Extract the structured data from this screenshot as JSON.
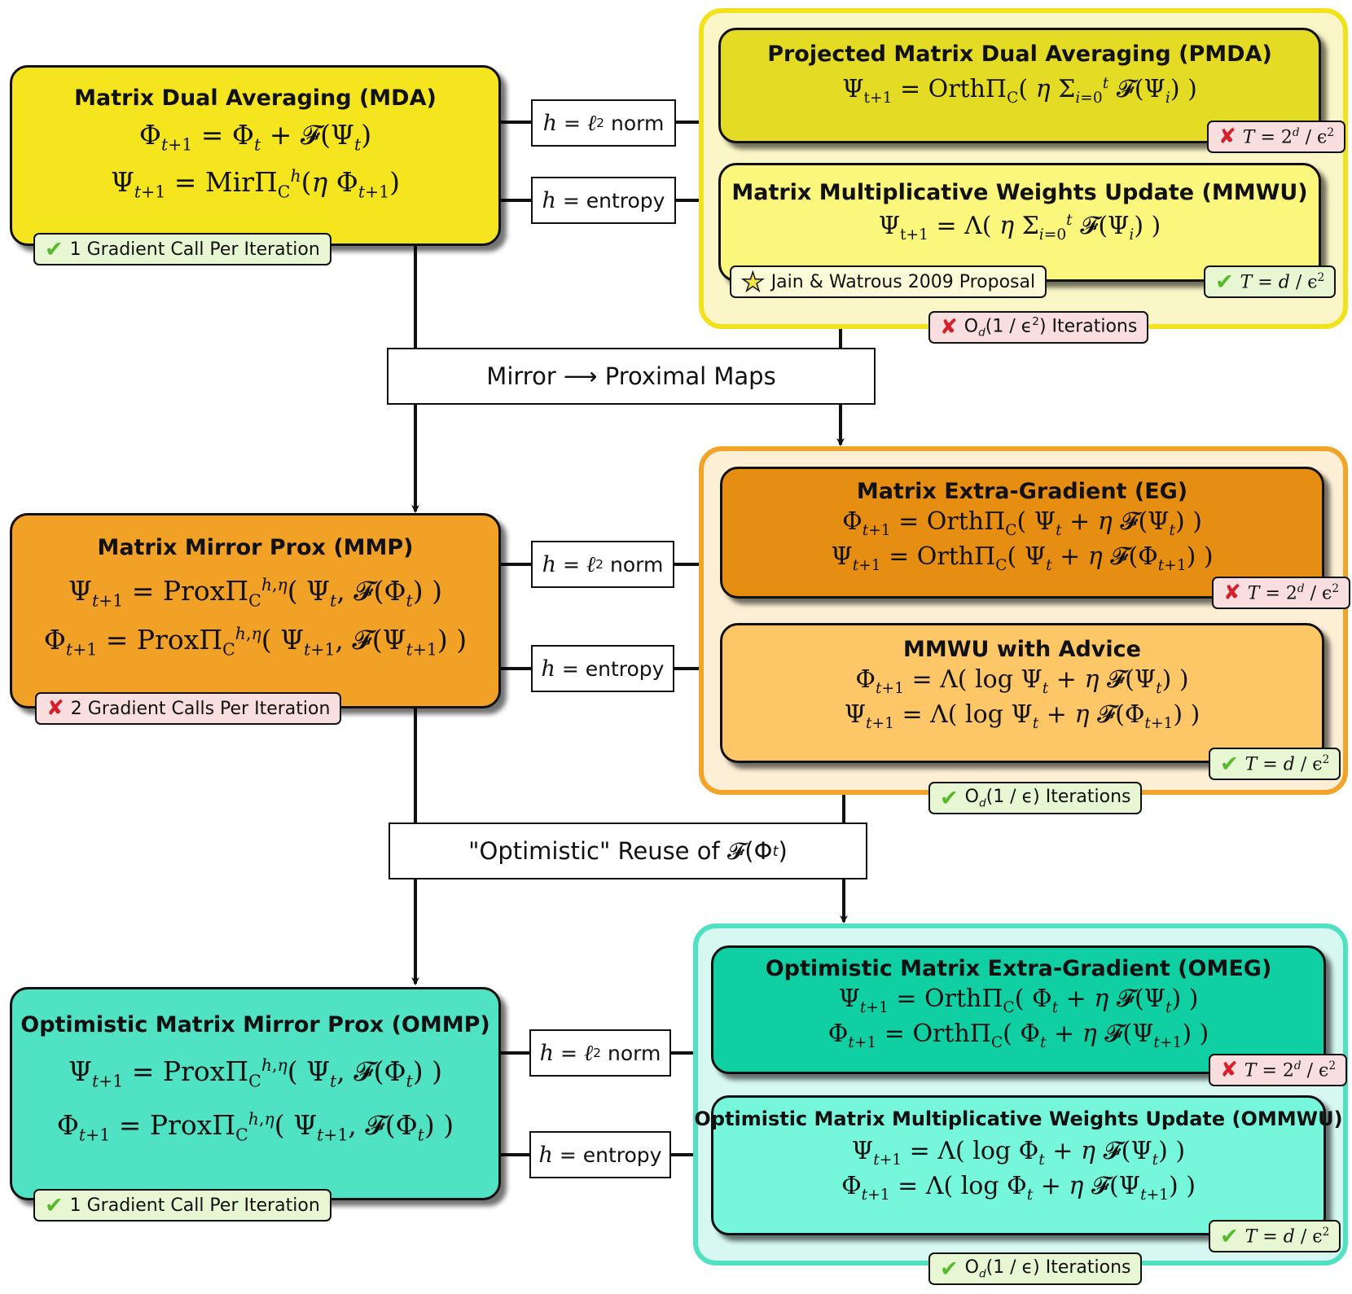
{
  "mda": {
    "title": "Matrix Dual Averaging (MDA)",
    "eq1": "Φ<sub><i>t</i>+1</sub> = Φ<sub><i>t</i></sub> + 𝓕(Ψ<sub><i>t</i></sub>)",
    "eq2": "Ψ<sub><i>t</i>+1</sub> = MirΠ<sub>C</sub><sup><i>h</i></sup>(<i>η</i> Φ<sub><i>t</i>+1</sub>)",
    "badge": "1 Gradient Call Per Iteration"
  },
  "mmp": {
    "title": "Matrix Mirror Prox (MMP)",
    "eq1": "Ψ<sub><i>t</i>+1</sub> = ProxΠ<sub>C</sub><sup><i>h</i>,<i>η</i></sup>( Ψ<sub><i>t</i></sub>, 𝓕(Φ<sub><i>t</i></sub>) )",
    "eq2": "Φ<sub><i>t</i>+1</sub> = ProxΠ<sub>C</sub><sup><i>h</i>,<i>η</i></sup>( Ψ<sub><i>t</i>+1</sub>, 𝓕(Ψ<sub><i>t</i>+1</sub>) )",
    "badge": "2 Gradient Calls Per Iteration"
  },
  "ommp": {
    "title": "Optimistic Matrix Mirror Prox (OMMP)",
    "eq1": "Ψ<sub><i>t</i>+1</sub> = ProxΠ<sub>C</sub><sup><i>h</i>,<i>η</i></sup>( Ψ<sub><i>t</i></sub>, 𝓕(Φ<sub><i>t</i></sub>) )",
    "eq2": "Φ<sub><i>t</i>+1</sub> = ProxΠ<sub>C</sub><sup><i>h</i>,<i>η</i></sup>( Ψ<sub><i>t</i>+1</sub>, 𝓕(Φ<sub><i>t</i></sub>) )",
    "badge": "1 Gradient Call Per Iteration"
  },
  "pmda": {
    "title": "Projected Matrix Dual Averaging (PMDA)",
    "eq1": "Ψ<sub>t+1</sub> = OrthΠ<sub>C</sub>( <i>η</i> Σ<sub><i>i</i>=0</sub><sup><i>t</i></sup> 𝓕(Ψ<sub><i>i</i></sub>) )",
    "badge": "<i>T</i> = 2<sup><i>d</i></sup> / ϵ<sup>2</sup>"
  },
  "mmwu": {
    "title": "Matrix Multiplicative Weights Update (MMWU)",
    "eq1": "Ψ<sub>t+1</sub> = Λ( <i>η</i> Σ<sub><i>i</i>=0</sub><sup><i>t</i></sup> 𝓕(Ψ<sub><i>i</i></sub>) )",
    "badge": "<i>T</i> = <i>d</i> / ϵ<sup>2</sup>",
    "proposal": "Jain &amp; Watrous 2009 Proposal"
  },
  "eg": {
    "title": "Matrix Extra-Gradient (EG)",
    "eq1": "Φ<sub><i>t</i>+1</sub> = OrthΠ<sub>C</sub>( Ψ<sub><i>t</i></sub> + <i>η</i> 𝓕(Ψ<sub><i>t</i></sub>) )",
    "eq2": "Ψ<sub><i>t</i>+1</sub> = OrthΠ<sub>C</sub>( Ψ<sub><i>t</i></sub> + <i>η</i> 𝓕(Φ<sub><i>t</i>+1</sub>) )",
    "badge": "<i>T</i> = 2<sup><i>d</i></sup> / ϵ<sup>2</sup>"
  },
  "mmwua": {
    "title": "MMWU with Advice",
    "eq1": "Φ<sub><i>t</i>+1</sub> = Λ( log Ψ<sub><i>t</i></sub> + <i>η</i> 𝓕(Ψ<sub><i>t</i></sub>) )",
    "eq2": "Ψ<sub><i>t</i>+1</sub> = Λ( log Ψ<sub><i>t</i></sub> + <i>η</i> 𝓕(Φ<sub><i>t</i>+1</sub>) )",
    "badge": "<i>T</i> = <i>d</i> / ϵ<sup>2</sup>"
  },
  "omeg": {
    "title": "Optimistic Matrix Extra-Gradient (OMEG)",
    "eq1": "Ψ<sub><i>t</i>+1</sub> = OrthΠ<sub>C</sub>( Φ<sub><i>t</i></sub> + <i>η</i> 𝓕(Ψ<sub><i>t</i></sub>) )",
    "eq2": "Φ<sub><i>t</i>+1</sub> = OrthΠ<sub>C</sub>( Φ<sub><i>t</i></sub> + <i>η</i> 𝓕(Ψ<sub><i>t</i>+1</sub>) )",
    "badge": "<i>T</i> = 2<sup><i>d</i></sup> / ϵ<sup>2</sup>"
  },
  "ommwu": {
    "title": "Optimistic Matrix Multiplicative Weights Update (OMMWU)",
    "eq1": "Ψ<sub><i>t</i>+1</sub> = Λ( log Φ<sub><i>t</i></sub> + <i>η</i> 𝓕(Ψ<sub><i>t</i></sub>) )",
    "eq2": "Φ<sub><i>t</i>+1</sub> = Λ( log Φ<sub><i>t</i></sub> + <i>η</i> 𝓕(Ψ<sub><i>t</i>+1</sub>) )",
    "badge": "<i>T</i> = <i>d</i> / ϵ<sup>2</sup>"
  },
  "groups": {
    "top_badge": "O<sub><i>d</i></sub>(1 / ϵ<sup>2</sup>) Iterations",
    "mid_badge": "O<sub><i>d</i></sub>(1 / ϵ) Iterations",
    "bot_badge": "O<sub><i>d</i></sub>(1 / ϵ) Iterations"
  },
  "labels": {
    "l2": "<span class=\"h\">h</span>&nbsp;=&nbsp;<span class=\"h\">ℓ</span><sub>2</sub>&nbsp;norm",
    "entropy": "<span class=\"h\">h</span>&nbsp;=&nbsp;entropy"
  },
  "banners": {
    "mirror": "Mirror ⟶ Proximal Maps",
    "optimistic": "\"Optimistic\" Reuse of 𝓕(Φ<sub><i>t</i></sub>)"
  },
  "icons": {
    "check": "✔",
    "cross": "✘",
    "star": "★"
  },
  "colors": {
    "yellow_group_fill": "#fbf6c8",
    "yellow_group_border": "#f2e21e",
    "mda": "#f5e51e",
    "pmda": "#e4dc24",
    "mmwu": "#fbf67c",
    "orange_group_fill": "#fdefd6",
    "orange_group_border": "#f1a428",
    "mmp": "#f1a126",
    "eg": "#e68e12",
    "mmwua": "#fdc767",
    "teal_group_fill": "#d6f8f0",
    "teal_group_border": "#4fe1c2",
    "ommp": "#4fe2c3",
    "omeg": "#0fcfa3",
    "ommwu": "#76f6da"
  }
}
